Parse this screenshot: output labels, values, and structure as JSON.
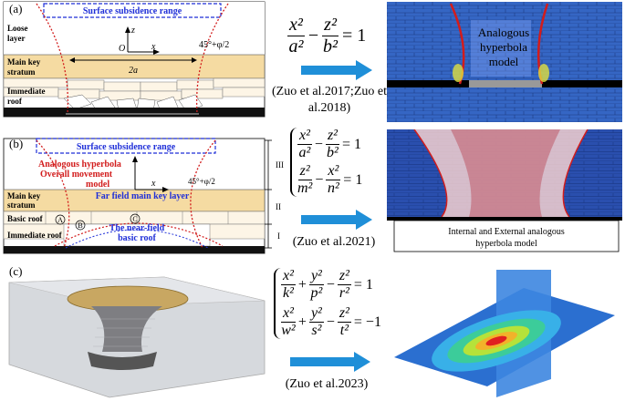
{
  "panel_a": {
    "tag": "(a)",
    "subsidence_label": "Surface subsidence range",
    "loose_layer_line1": "Loose",
    "loose_layer_line2": "layer",
    "main_key_line1": "Main key",
    "main_key_line2": "stratum",
    "immediate_line1": "Immediate",
    "immediate_line2": "roof",
    "span_label": "2a",
    "origin_label": "O",
    "z_axis": "z",
    "x_axis": "x",
    "angle_label": "45°+φ/2",
    "equation_lhs_num1": "x²",
    "equation_lhs_den1": "a²",
    "equation_lhs_num2": "z²",
    "equation_lhs_den2": "b²",
    "equation_rhs": "= 1",
    "citation": "(Zuo et al.2017;Zuo et al.2018)",
    "model_label_line1": "Analogous",
    "model_label_line2": "hyperbola",
    "model_label_line3": "model"
  },
  "panel_b": {
    "tag": "(b)",
    "subsidence_label": "Surface subsidence range",
    "analogous_line1": "Analogous hyperbola",
    "analogous_line2": "Overall movement",
    "analogous_line3": "model",
    "far_field_label": "Far field main key layer",
    "x_axis": "x",
    "angle_label": "45°+φ/2",
    "main_key_line1": "Main key",
    "main_key_line2": "stratum",
    "basic_roof_label": "Basic roof",
    "immediate_label": "Immediate roof",
    "near_field_line1": "The near-field",
    "near_field_line2": "basic roof",
    "zone_a": "A",
    "zone_b": "B",
    "zone_c": "C",
    "roman_3": "III",
    "roman_2": "II",
    "roman_1": "I",
    "eq1_num1": "x²",
    "eq1_den1": "a²",
    "eq1_num2": "z²",
    "eq1_den2": "b²",
    "eq1_rhs": "= 1",
    "eq2_num1": "z²",
    "eq2_den1": "m²",
    "eq2_num2": "x²",
    "eq2_den2": "n²",
    "eq2_rhs": "= 1",
    "citation": "(Zuo et al.2021)",
    "model_label_line1": "Internal and External analogous",
    "model_label_line2": "hyperbola model"
  },
  "panel_c": {
    "tag": "(c)",
    "eq1_num1": "x²",
    "eq1_den1": "k²",
    "eq1_num2": "y²",
    "eq1_den2": "p²",
    "eq1_num3": "z²",
    "eq1_den3": "r²",
    "eq1_rhs": "= 1",
    "eq2_num1": "x²",
    "eq2_den1": "w²",
    "eq2_num2": "y²",
    "eq2_den2": "s²",
    "eq2_num3": "z²",
    "eq2_den3": "t²",
    "eq2_rhs": "= −1",
    "citation": "(Zuo et al.2023)"
  },
  "colors": {
    "subsidence_box": "#1f2fd8",
    "hyperbola_red": "#d21c1c",
    "stratum_tan": "#f5dba2",
    "arrow_blue": "#1f8fd8",
    "model_blue": "#2458b8"
  }
}
